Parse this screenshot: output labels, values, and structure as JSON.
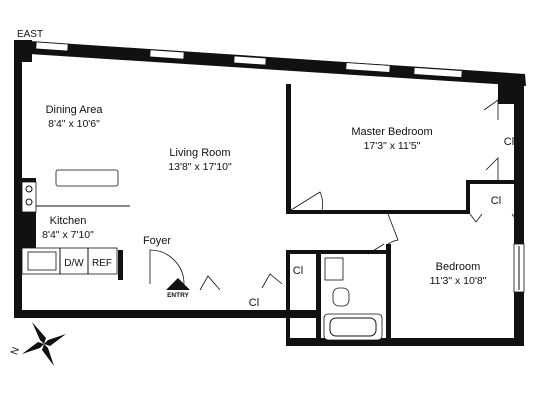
{
  "compass_label": "EAST",
  "north_label": "N",
  "entry_label": "ENTRY",
  "rooms": [
    {
      "name": "Dining Area",
      "dimensions": "8'4\" x 10'6\""
    },
    {
      "name": "Living Room",
      "dimensions": "13'8\" x 17'10\""
    },
    {
      "name": "Master Bedroom",
      "dimensions": "17'3\" x 11'5\""
    },
    {
      "name": "Kitchen",
      "dimensions": "8'4\" x 7'10\""
    },
    {
      "name": "Bedroom",
      "dimensions": "11'3\" x 10'8\""
    },
    {
      "name": "Foyer",
      "dimensions": ""
    }
  ],
  "closet_label": "Cl",
  "appliances": {
    "dishwasher": "D/W",
    "refrigerator": "REF"
  },
  "colors": {
    "walls": "#111111",
    "background": "#ffffff"
  }
}
